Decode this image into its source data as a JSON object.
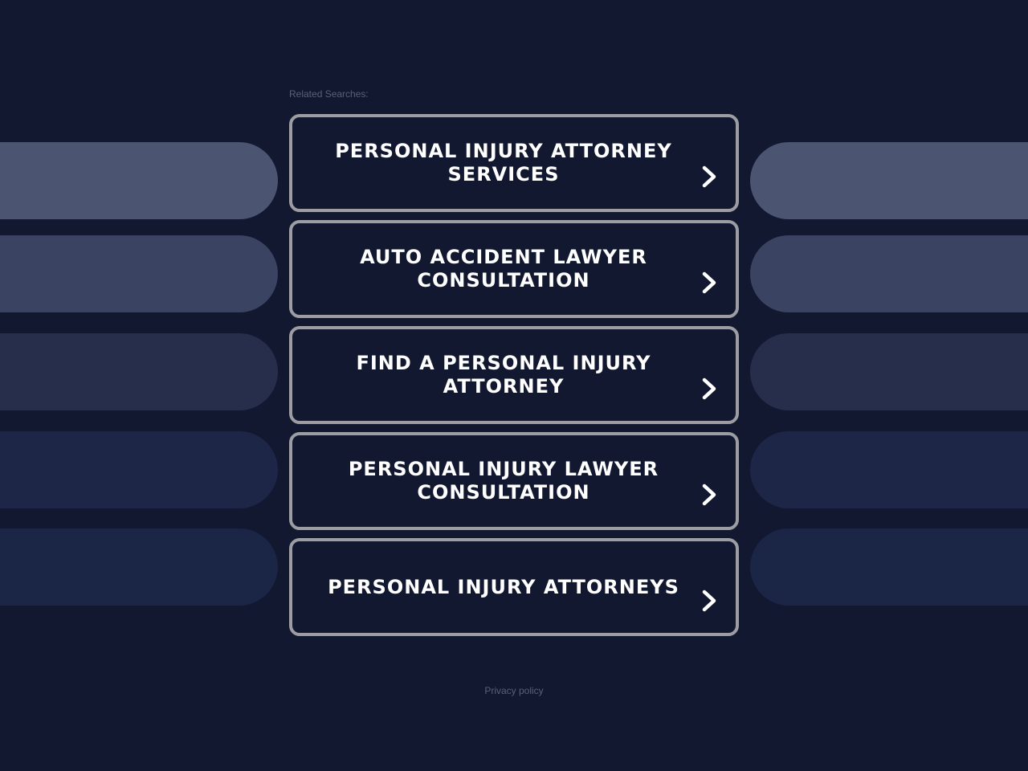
{
  "header": {
    "related_label": "Related Searches:"
  },
  "links": [
    {
      "label": "PERSONAL INJURY ATTORNEY SERVICES",
      "icon": "chevron-right-icon"
    },
    {
      "label": "AUTO ACCIDENT LAWYER CONSULTATION",
      "icon": "chevron-right-icon"
    },
    {
      "label": "FIND A PERSONAL INJURY ATTORNEY",
      "icon": "chevron-right-icon"
    },
    {
      "label": "PERSONAL INJURY LAWYER CONSULTATION",
      "icon": "chevron-right-icon"
    },
    {
      "label": "PERSONAL INJURY ATTORNEYS",
      "icon": "chevron-right-icon"
    }
  ],
  "footer": {
    "privacy_label": "Privacy policy"
  },
  "colors": {
    "background": "#121830",
    "box_border": "#9c9da2",
    "text": "#ffffff",
    "muted_text": "#5a6075",
    "side_bars": [
      "#4b5571",
      "#3a4361",
      "#262e4b",
      "#1d2646",
      "#1b2545"
    ]
  }
}
